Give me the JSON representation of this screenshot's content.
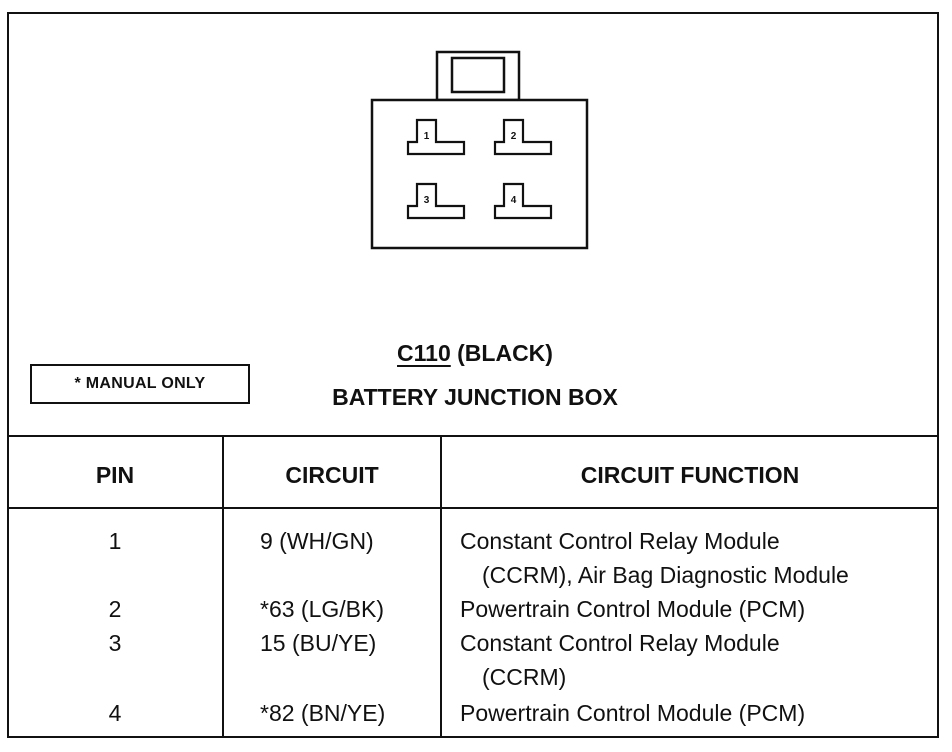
{
  "connector": {
    "id": "C110",
    "color": "(BLACK)",
    "location": "BATTERY JUNCTION BOX",
    "pin_labels": [
      "1",
      "2",
      "3",
      "4"
    ]
  },
  "note": "* MANUAL  ONLY",
  "table": {
    "headers": [
      "PIN",
      "CIRCUIT",
      "CIRCUIT FUNCTION"
    ],
    "rows": [
      {
        "pin": "1",
        "circuit": "9 (WH/GN)",
        "function": "Constant Control Relay Module",
        "function_cont": "(CCRM), Air Bag Diagnostic Module"
      },
      {
        "pin": "2",
        "circuit": "*63 (LG/BK)",
        "function": "Powertrain Control Module (PCM)"
      },
      {
        "pin": "3",
        "circuit": "15 (BU/YE)",
        "function": "Constant Control Relay Module",
        "function_cont": "(CCRM)"
      },
      {
        "pin": "4",
        "circuit": "*82 (BN/YE)",
        "function": "Powertrain Control Module (PCM)"
      }
    ]
  }
}
